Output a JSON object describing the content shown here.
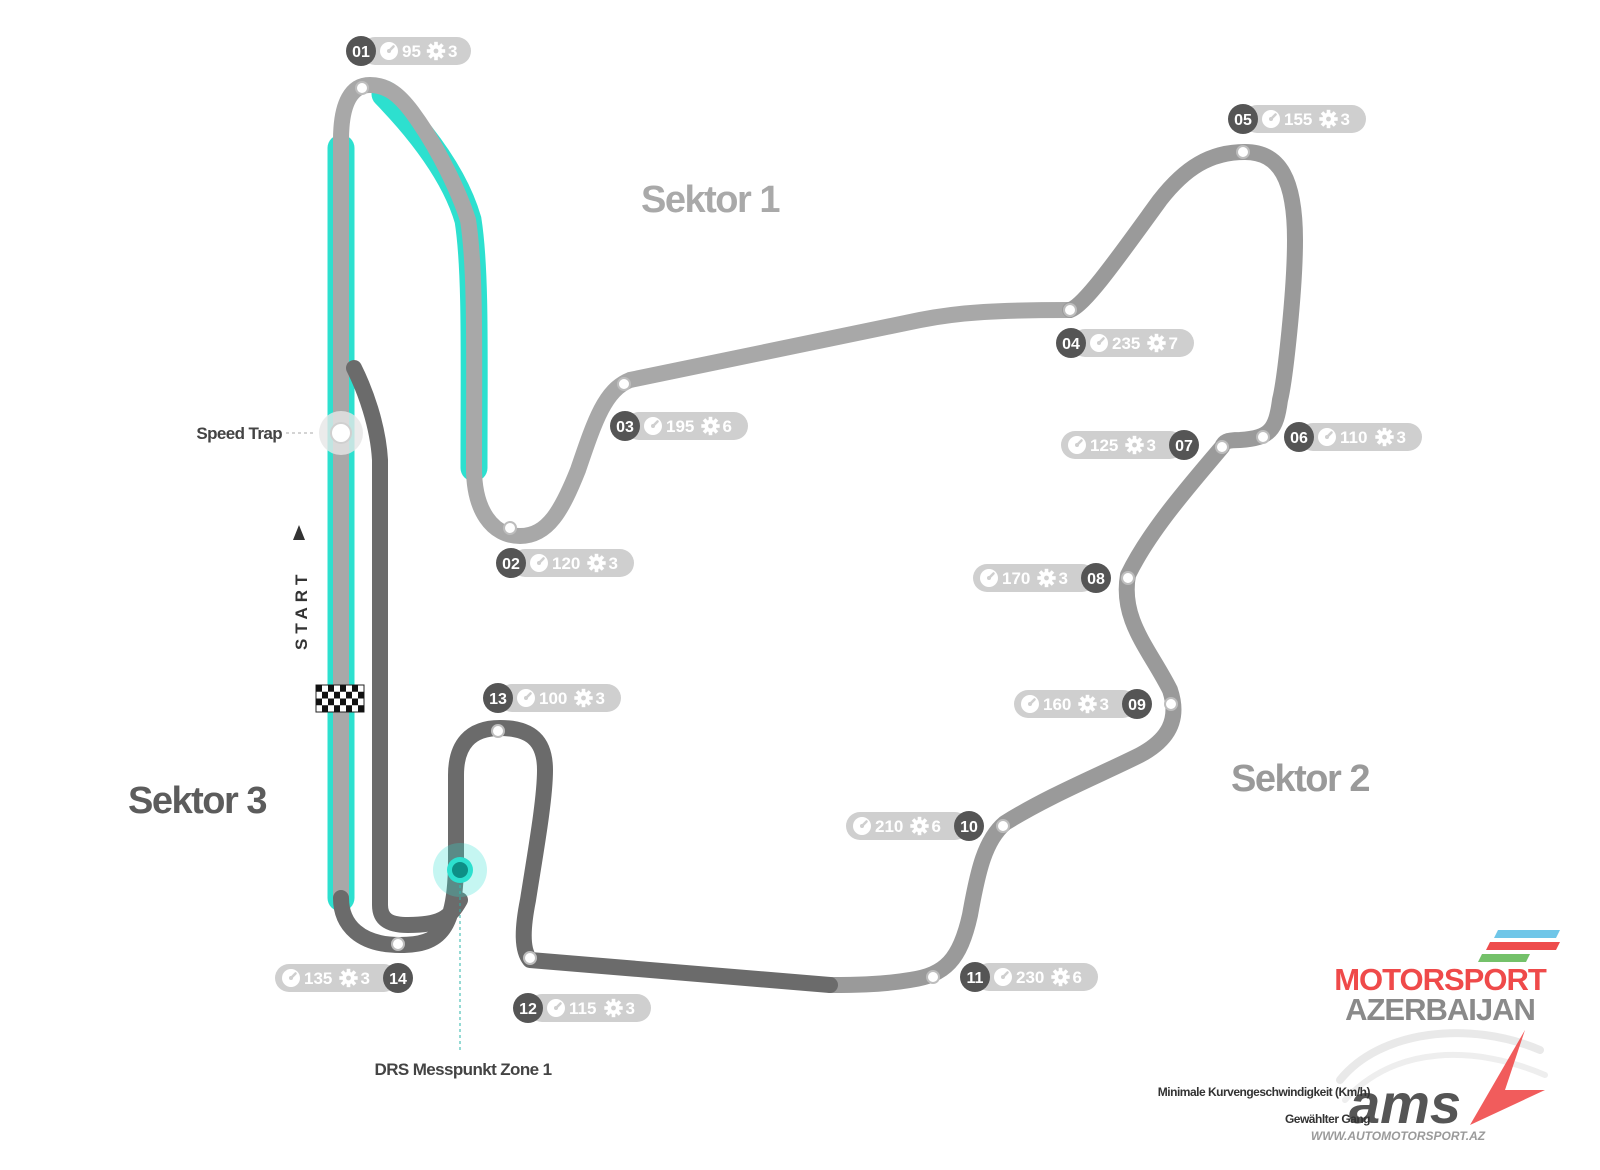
{
  "sectors": {
    "s1": "Sektor 1",
    "s2": "Sektor 2",
    "s3": "Sektor 3"
  },
  "labels": {
    "speed_trap": "Speed Trap",
    "start": "START",
    "drs": "DRS Messpunkt Zone 1"
  },
  "corners": [
    {
      "num": "01",
      "speed": "95",
      "gear": "3"
    },
    {
      "num": "02",
      "speed": "120",
      "gear": "3"
    },
    {
      "num": "03",
      "speed": "195",
      "gear": "6"
    },
    {
      "num": "04",
      "speed": "235",
      "gear": "7"
    },
    {
      "num": "05",
      "speed": "155",
      "gear": "3"
    },
    {
      "num": "06",
      "speed": "110",
      "gear": "3"
    },
    {
      "num": "07",
      "speed": "125",
      "gear": "3"
    },
    {
      "num": "08",
      "speed": "170",
      "gear": "3"
    },
    {
      "num": "09",
      "speed": "160",
      "gear": "3"
    },
    {
      "num": "10",
      "speed": "210",
      "gear": "6"
    },
    {
      "num": "11",
      "speed": "230",
      "gear": "6"
    },
    {
      "num": "12",
      "speed": "115",
      "gear": "3"
    },
    {
      "num": "13",
      "speed": "100",
      "gear": "3"
    },
    {
      "num": "14",
      "speed": "135",
      "gear": "3"
    }
  ],
  "legend": {
    "speed_label": "Minimale Kurvengeschwindigkeit (Km/h)",
    "gear_label": "Gewählter Gang"
  },
  "logo": {
    "line1": "MOTORSPORT",
    "line2": "AZERBAIJAN",
    "short": "ams",
    "url": "WWW.AUTOMOTORSPORT.AZ"
  },
  "colors": {
    "sector1": "#a8a8a8",
    "sector2": "#9a9a9a",
    "sector3": "#6b6b6b",
    "drs": "#2de0cf",
    "badge": "#555555",
    "pill": "#cfcfcf"
  },
  "icons": {
    "speed": "speedometer-icon",
    "gear": "gear-icon",
    "flag": "checkered-flag-icon",
    "arrow": "arrow-up-icon"
  }
}
